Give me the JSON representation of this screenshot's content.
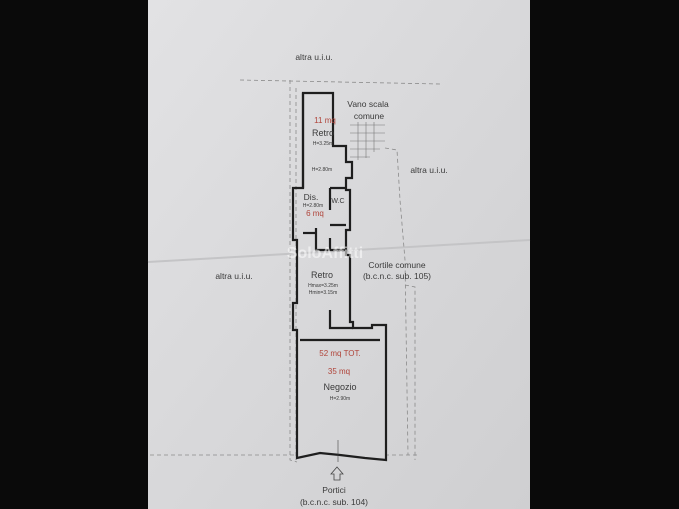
{
  "plan": {
    "neighbours": {
      "top": "altra u.i.u.",
      "right": "altra u.i.u.",
      "left": "altra u.i.u."
    },
    "stair": {
      "line1": "Vano scala",
      "line2": "comune"
    },
    "retro_top": {
      "area": "11 mq",
      "name": "Retro",
      "height": "H=3.25m",
      "height2": "H=2.80m"
    },
    "dis": {
      "name": "Dis.",
      "height": "H=2.80m",
      "area": "6 mq",
      "wc": "W.C"
    },
    "courtyard": {
      "line1": "Cortile comune",
      "line2": "(b.c.n.c. sub. 105)"
    },
    "retro_bottom": {
      "name": "Retro",
      "hmax": "Hmax=3.25m",
      "hmin": "Hmin=3.15m"
    },
    "negozio": {
      "total": "52 mq TOT.",
      "area": "35 mq",
      "name": "Negozio",
      "height": "H=2.90m"
    },
    "portici": {
      "line1": "Portici",
      "line2": "(b.c.n.c. sub. 104)"
    },
    "watermark": "SoloAffitti"
  }
}
